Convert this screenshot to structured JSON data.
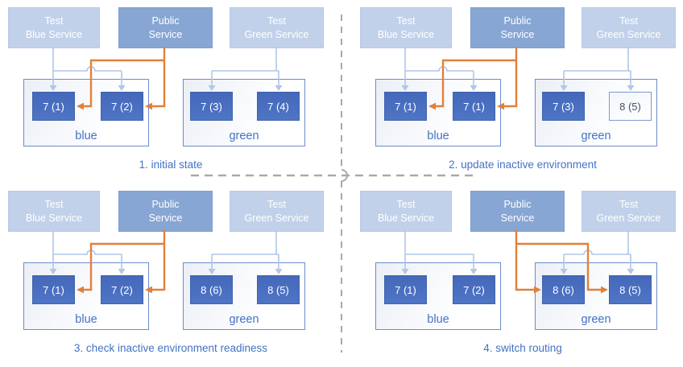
{
  "colors": {
    "service_test_fill": "#c2d1ea",
    "service_public_fill": "#87a6d3",
    "service_text": "#ffffff",
    "pod_text": "#ffffff",
    "pod_outline_text": "#44546a",
    "env_border": "#6b8cce",
    "label_blue": "#4472c4",
    "connector_light": "#afc7e8",
    "connector_orange": "#e2803a",
    "divider_gray": "#a9a9a9"
  },
  "panels": [
    {
      "caption": "1. initial state",
      "services": [
        {
          "type": "test",
          "lines": [
            "Test",
            "Blue Service"
          ]
        },
        {
          "type": "public",
          "lines": [
            "Public",
            "Service"
          ]
        },
        {
          "type": "test",
          "lines": [
            "Test",
            "Green Service"
          ]
        }
      ],
      "environments": [
        {
          "name": "blue",
          "pods": [
            {
              "label": "7 (1)",
              "filled": true
            },
            {
              "label": "7 (2)",
              "filled": true
            }
          ]
        },
        {
          "name": "green",
          "pods": [
            {
              "label": "7 (3)",
              "filled": true
            },
            {
              "label": "7 (4)",
              "filled": true
            }
          ]
        }
      ],
      "public_routes_to": "blue"
    },
    {
      "caption": "2. update inactive environment",
      "services": [
        {
          "type": "test",
          "lines": [
            "Test",
            "Blue Service"
          ]
        },
        {
          "type": "public",
          "lines": [
            "Public",
            "Service"
          ]
        },
        {
          "type": "test",
          "lines": [
            "Test",
            "Green Service"
          ]
        }
      ],
      "environments": [
        {
          "name": "blue",
          "pods": [
            {
              "label": "7 (1)",
              "filled": true
            },
            {
              "label": "7 (1)",
              "filled": true
            }
          ]
        },
        {
          "name": "green",
          "pods": [
            {
              "label": "7 (3)",
              "filled": true
            },
            {
              "label": "8 (5)",
              "filled": false
            }
          ]
        }
      ],
      "public_routes_to": "blue"
    },
    {
      "caption": "3. check inactive environment readiness",
      "services": [
        {
          "type": "test",
          "lines": [
            "Test",
            "Blue Service"
          ]
        },
        {
          "type": "public",
          "lines": [
            "Public",
            "Service"
          ]
        },
        {
          "type": "test",
          "lines": [
            "Test",
            "Green Service"
          ]
        }
      ],
      "environments": [
        {
          "name": "blue",
          "pods": [
            {
              "label": "7 (1)",
              "filled": true
            },
            {
              "label": "7 (2)",
              "filled": true
            }
          ]
        },
        {
          "name": "green",
          "pods": [
            {
              "label": "8 (6)",
              "filled": true
            },
            {
              "label": "8 (5)",
              "filled": true
            }
          ]
        }
      ],
      "public_routes_to": "blue"
    },
    {
      "caption": "4. switch routing",
      "services": [
        {
          "type": "test",
          "lines": [
            "Test",
            "Blue Service"
          ]
        },
        {
          "type": "public",
          "lines": [
            "Public",
            "Service"
          ]
        },
        {
          "type": "test",
          "lines": [
            "Test",
            "Green Service"
          ]
        }
      ],
      "environments": [
        {
          "name": "blue",
          "pods": [
            {
              "label": "7 (1)",
              "filled": true
            },
            {
              "label": "7 (2)",
              "filled": true
            }
          ]
        },
        {
          "name": "green",
          "pods": [
            {
              "label": "8 (6)",
              "filled": true
            },
            {
              "label": "8 (5)",
              "filled": true
            }
          ]
        }
      ],
      "public_routes_to": "green"
    }
  ]
}
